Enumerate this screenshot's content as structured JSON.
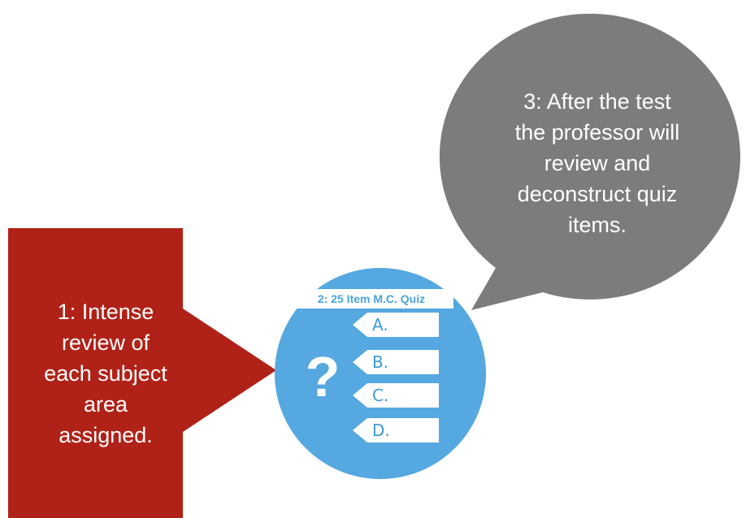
{
  "step1": {
    "lines": [
      "1: Intense",
      "review of",
      "each subject",
      "area",
      "assigned."
    ]
  },
  "quiz": {
    "title": "2: 25 Item M.C. Quiz",
    "symbol": "?",
    "options": [
      "A.",
      "B.",
      "C.",
      "D."
    ]
  },
  "step3": {
    "lines": [
      "3: After the test",
      "the professor will",
      "review and",
      "deconstruct quiz",
      "items."
    ]
  },
  "colors": {
    "step1_fill": "#b02218",
    "quiz_fill": "#55a8e0",
    "step3_fill": "#7c7c7c",
    "tag_fill": "#ffffff",
    "text": "#ffffff"
  }
}
